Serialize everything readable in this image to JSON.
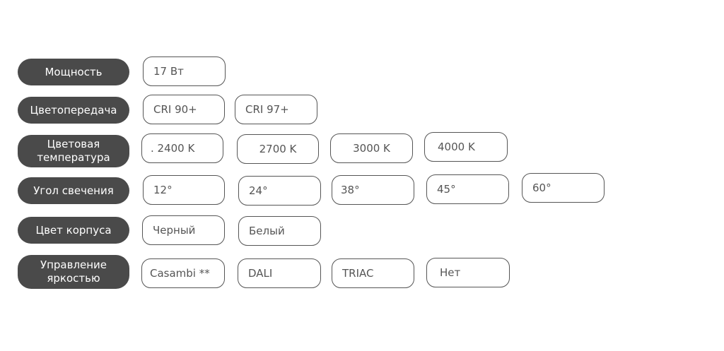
{
  "rows": [
    {
      "label": "Мощность",
      "options": [
        "17 Вт"
      ]
    },
    {
      "label": "Цветопередача",
      "options": [
        "CRI 90+",
        "CRI 97+"
      ]
    },
    {
      "label": "Цветовая\nтемпература",
      "options": [
        ". 2400 K",
        "2700 K",
        "3000 K",
        "4000 K"
      ]
    },
    {
      "label": "Угол свечения",
      "options": [
        "12°",
        "24°",
        "38°",
        "45°",
        "60°"
      ]
    },
    {
      "label": "Цвет корпуса",
      "options": [
        "Черный",
        "Белый"
      ]
    },
    {
      "label": "Управление\nяркостью",
      "options": [
        "Casambi **",
        "DALI",
        "TRIAC",
        "Нет"
      ]
    }
  ]
}
